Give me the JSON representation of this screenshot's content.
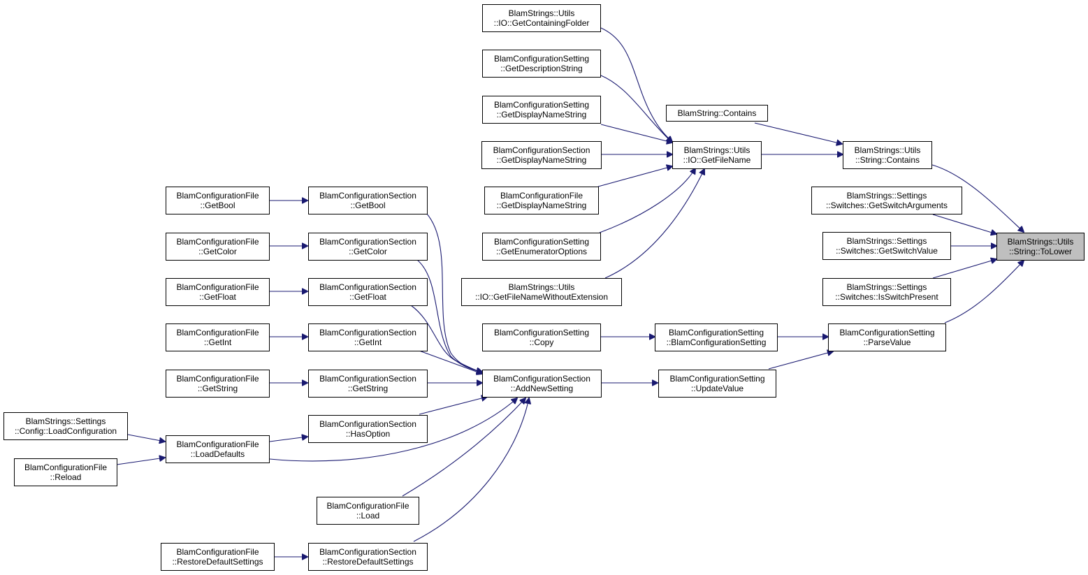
{
  "colors": {
    "edge": "#191970",
    "node_border": "#000000",
    "root_fill": "#bfbfbf"
  },
  "nodes": {
    "n1": {
      "line1": "BlamStrings::Utils",
      "line2": "::IO::GetContainingFolder"
    },
    "n2": {
      "line1": "BlamConfigurationSetting",
      "line2": "::GetDescriptionString"
    },
    "n3": {
      "line1": "BlamConfigurationSetting",
      "line2": "::GetDisplayNameString"
    },
    "n4": {
      "line1": "BlamConfigurationSection",
      "line2": "::GetDisplayNameString"
    },
    "n5": {
      "line1": "BlamConfigurationFile",
      "line2": "::GetDisplayNameString"
    },
    "n6": {
      "line1": "BlamConfigurationSetting",
      "line2": "::GetEnumeratorOptions"
    },
    "n7": {
      "line1": "BlamStrings::Utils",
      "line2": "::IO::GetFileNameWithoutExtension"
    },
    "n8": {
      "line1": "BlamConfigurationSetting",
      "line2": "::Copy"
    },
    "n9": {
      "line1": "BlamString::Contains",
      "line2": ""
    },
    "n10": {
      "line1": "BlamStrings::Utils",
      "line2": "::IO::GetFileName"
    },
    "n11": {
      "line1": "BlamStrings::Utils",
      "line2": "::String::Contains"
    },
    "n12": {
      "line1": "BlamStrings::Settings",
      "line2": "::Switches::GetSwitchArguments"
    },
    "n13": {
      "line1": "BlamStrings::Settings",
      "line2": "::Switches::GetSwitchValue"
    },
    "n14": {
      "line1": "BlamStrings::Settings",
      "line2": "::Switches::IsSwitchPresent"
    },
    "n15": {
      "line1": "BlamConfigurationSetting",
      "line2": "::ParseValue"
    },
    "n16": {
      "line1": "BlamStrings::Utils",
      "line2": "::String::ToLower"
    },
    "n17": {
      "line1": "BlamConfigurationSetting",
      "line2": "::BlamConfigurationSetting"
    },
    "n18": {
      "line1": "BlamConfigurationSetting",
      "line2": "::UpdateValue"
    },
    "n19": {
      "line1": "BlamConfigurationSection",
      "line2": "::AddNewSetting"
    },
    "n20": {
      "line1": "BlamConfigurationFile",
      "line2": "::GetBool"
    },
    "n21": {
      "line1": "BlamConfigurationSection",
      "line2": "::GetBool"
    },
    "n22": {
      "line1": "BlamConfigurationFile",
      "line2": "::GetColor"
    },
    "n23": {
      "line1": "BlamConfigurationSection",
      "line2": "::GetColor"
    },
    "n24": {
      "line1": "BlamConfigurationFile",
      "line2": "::GetFloat"
    },
    "n25": {
      "line1": "BlamConfigurationSection",
      "line2": "::GetFloat"
    },
    "n26": {
      "line1": "BlamConfigurationFile",
      "line2": "::GetInt"
    },
    "n27": {
      "line1": "BlamConfigurationSection",
      "line2": "::GetInt"
    },
    "n28": {
      "line1": "BlamConfigurationFile",
      "line2": "::GetString"
    },
    "n29": {
      "line1": "BlamConfigurationSection",
      "line2": "::GetString"
    },
    "n30": {
      "line1": "BlamStrings::Settings",
      "line2": "::Config::LoadConfiguration"
    },
    "n31": {
      "line1": "BlamConfigurationSection",
      "line2": "::HasOption"
    },
    "n32": {
      "line1": "BlamConfigurationFile",
      "line2": "::LoadDefaults"
    },
    "n33": {
      "line1": "BlamConfigurationFile",
      "line2": "::Reload"
    },
    "n34": {
      "line1": "BlamConfigurationFile",
      "line2": "::Load"
    },
    "n35": {
      "line1": "BlamConfigurationFile",
      "line2": "::RestoreDefaultSettings"
    },
    "n36": {
      "line1": "BlamConfigurationSection",
      "line2": "::RestoreDefaultSettings"
    }
  }
}
